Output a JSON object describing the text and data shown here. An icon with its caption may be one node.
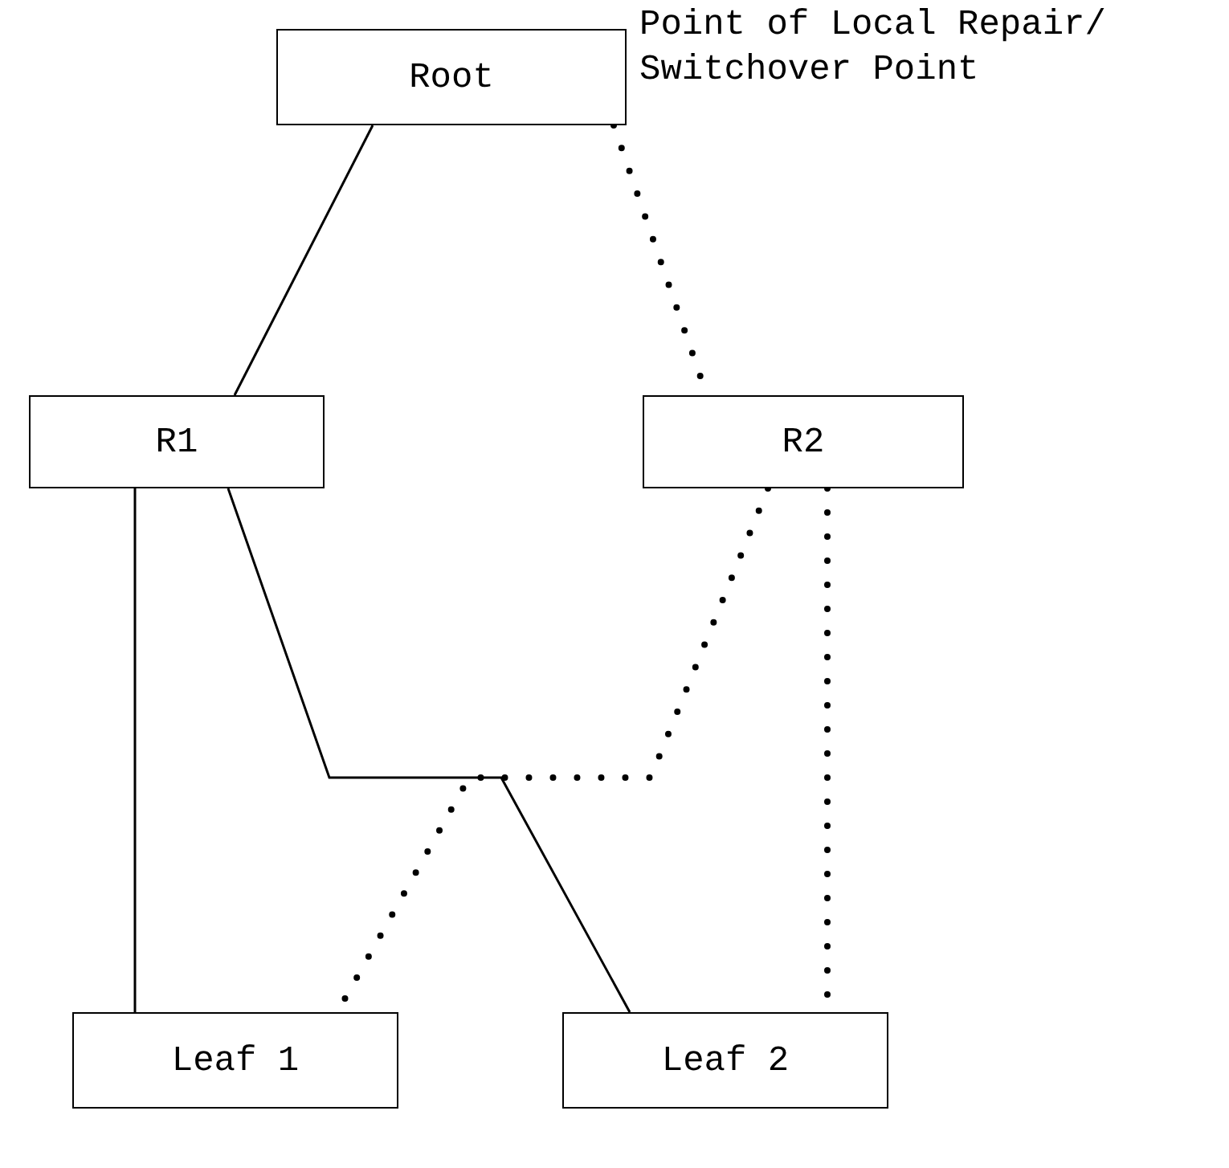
{
  "diagram": {
    "nodes": [
      {
        "text": [
          "Root"
        ],
        "beside": [
          "Point of Local Repair/ Switchover Point"
        ]
      },
      {
        "text": [
          "R1"
        ]
      },
      {
        "text": [
          "R2"
        ]
      },
      {
        "text": [
          "Leaf 1"
        ]
      },
      {
        "text": [
          "Leaf 2"
        ]
      }
    ],
    "edges": [
      {
        "from": 0,
        "to": 1,
        "arrow": "none"
      },
      {
        "from": 0,
        "to": 2,
        "arrow": "none",
        "style": "dashed"
      },
      {
        "from": 1,
        "to": 3,
        "arrow": "none"
      },
      {
        "from": 1,
        "to": 4,
        "arrow": "none"
      },
      {
        "from": 2,
        "to": 3,
        "arrow": "none",
        "style": "dashed"
      },
      {
        "from": 2,
        "to": 4,
        "arrow": "none",
        "style": "dashed"
      }
    ]
  }
}
